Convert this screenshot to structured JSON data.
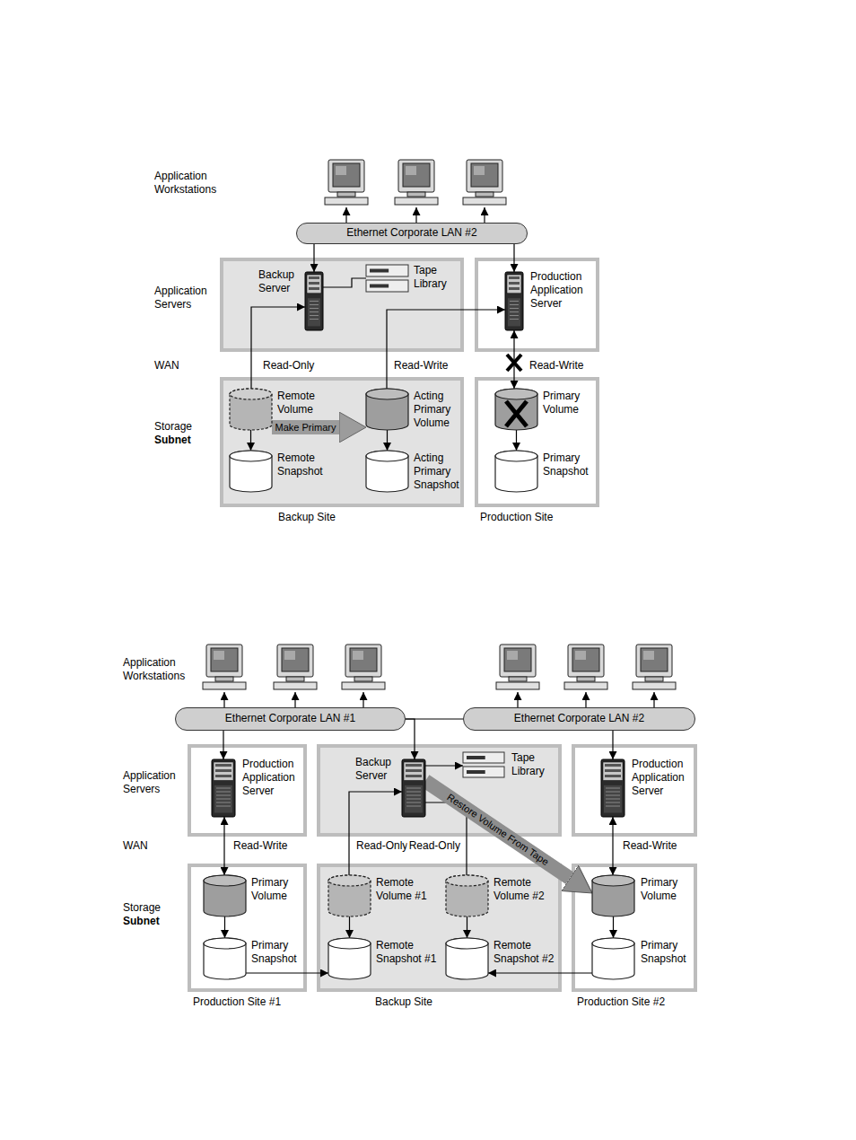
{
  "diagram": {
    "nodes": [
      {
        "text": [
          "Ethernet Corporate LAN #2"
        ]
      },
      {
        "text": [
          "Backup Server"
        ]
      },
      {
        "text": [
          "Tape Library"
        ]
      },
      {
        "text": [
          "Production Application Server"
        ]
      },
      {
        "text": [
          "Backup Site"
        ]
      },
      {
        "text": [
          "Remote Volume"
        ],
        "in": 4
      },
      {
        "text": [
          "Remote Snapshot"
        ],
        "in": 4
      },
      {
        "text": [
          "Acting Primary Volume"
        ],
        "in": 4
      },
      {
        "text": [
          "Acting Primary Snapshot"
        ],
        "in": 4
      },
      {
        "text": [
          "Production Site"
        ]
      },
      {
        "text": [
          "Primary Volume"
        ],
        "in": 9
      },
      {
        "text": [
          "Primary Snapshot"
        ],
        "in": 9
      },
      {
        "text": [
          "Ethernet Corporate LAN #1"
        ]
      },
      {
        "text": [
          "Ethernet Corporate LAN #2"
        ]
      },
      {
        "text": [
          "Production Application Server"
        ]
      },
      {
        "text": [
          "Backup Server"
        ]
      },
      {
        "text": [
          "Tape Library"
        ]
      },
      {
        "text": [
          "Production Application Server"
        ]
      },
      {
        "text": [
          "Production Site #1"
        ]
      },
      {
        "text": [
          "Primary Volume"
        ],
        "in": 18
      },
      {
        "text": [
          "Primary Snapshot"
        ],
        "in": 18
      },
      {
        "text": [
          "Backup Site"
        ]
      },
      {
        "text": [
          "Remote Volume #1"
        ],
        "in": 21
      },
      {
        "text": [
          "Remote Snapshot #1"
        ],
        "in": 21
      },
      {
        "text": [
          "Remote Volume #2"
        ],
        "in": 21
      },
      {
        "text": [
          "Remote Snapshot #2"
        ],
        "in": 21
      },
      {
        "text": [
          "Production Site #2"
        ]
      },
      {
        "text": [
          "Primary Volume"
        ],
        "in": 26
      },
      {
        "text": [
          "Primary Snapshot"
        ],
        "in": 26
      }
    ],
    "edges": [
      {
        "from": 0,
        "to": 1,
        "arrow": "to"
      },
      {
        "from": 0,
        "to": 3,
        "arrow": "to"
      },
      {
        "from": 1,
        "to": 2,
        "arrow": "none"
      },
      {
        "from": 5,
        "to": 1,
        "label": "Read-Only",
        "arrow": "to"
      },
      {
        "from": 7,
        "to": 3,
        "label": "Read-Write",
        "arrow": "to"
      },
      {
        "from": 3,
        "to": 10,
        "label": "Read-Write",
        "arrow": "both"
      },
      {
        "from": 5,
        "to": 7,
        "label": "Make Primary",
        "arrow": "to"
      },
      {
        "from": 5,
        "to": 6,
        "arrow": "to"
      },
      {
        "from": 7,
        "to": 8,
        "arrow": "to"
      },
      {
        "from": 10,
        "to": 11,
        "arrow": "to"
      },
      {
        "from": 12,
        "to": 13,
        "arrow": "none"
      },
      {
        "from": 12,
        "to": 14,
        "arrow": "to"
      },
      {
        "from": 12,
        "to": 15,
        "arrow": "to"
      },
      {
        "from": 13,
        "to": 17,
        "arrow": "to"
      },
      {
        "from": 15,
        "to": 16,
        "arrow": "to"
      },
      {
        "from": 14,
        "to": 19,
        "label": "Read-Write",
        "arrow": "both"
      },
      {
        "from": 22,
        "to": 15,
        "label": "Read-Only",
        "arrow": "to"
      },
      {
        "from": 24,
        "to": 15,
        "label": "Read-Only",
        "arrow": "none"
      },
      {
        "from": 17,
        "to": 27,
        "label": "Read-Write",
        "arrow": "both"
      },
      {
        "from": 15,
        "to": 27,
        "label": "Restore Volume From Tape",
        "arrow": "to"
      },
      {
        "from": 19,
        "to": 20,
        "arrow": "to"
      },
      {
        "from": 20,
        "to": 23,
        "arrow": "to"
      },
      {
        "from": 22,
        "to": 23,
        "arrow": "to"
      },
      {
        "from": 24,
        "to": 25,
        "arrow": "to"
      },
      {
        "from": 27,
        "to": 28,
        "arrow": "to"
      },
      {
        "from": 28,
        "to": 25,
        "arrow": "to"
      }
    ],
    "labels": [
      "Application Workstations",
      "Application Servers",
      "WAN",
      "Storage",
      "Subnet",
      "Application Workstations",
      "Application Servers",
      "WAN",
      "Storage",
      "Subnet"
    ]
  }
}
